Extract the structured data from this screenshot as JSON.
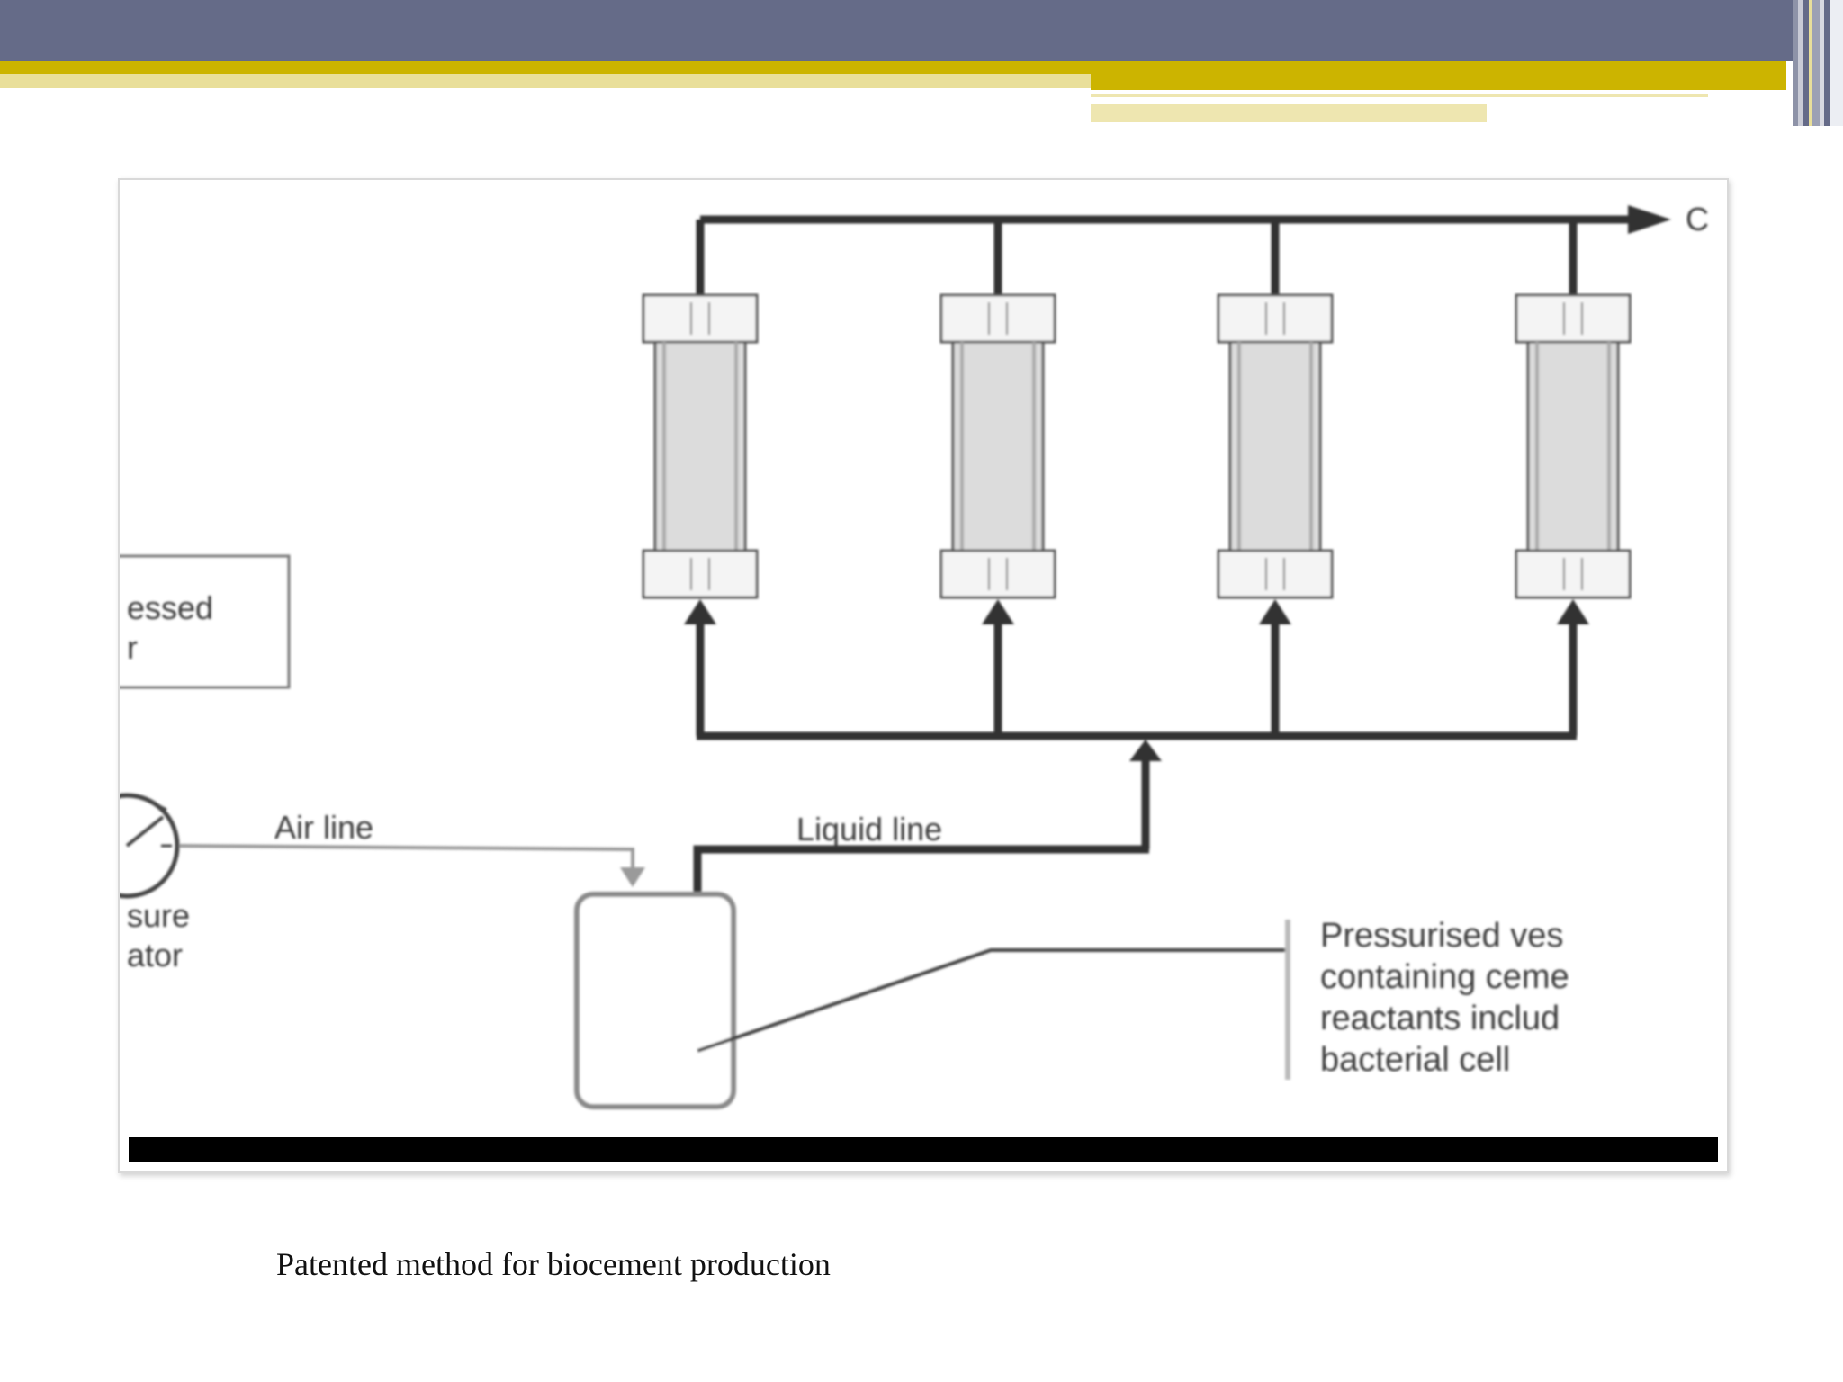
{
  "slide": {
    "caption": "Patented method for biocement production"
  },
  "diagram": {
    "labels": {
      "outlet": "C",
      "compressor_fragment_1": "essed",
      "compressor_fragment_2": "r",
      "air_line": "Air line",
      "liquid_line": "Liquid line",
      "regulator_fragment_1": "sure",
      "regulator_fragment_2": "ator",
      "vessel_note_1": "Pressurised ves",
      "vessel_note_2": "containing ceme",
      "vessel_note_3": "reactants includ",
      "vessel_note_4": "bacterial cell"
    },
    "columns": 4
  },
  "theme": {
    "header_color": "#656b88",
    "accent_gold": "#ccb400",
    "accent_pale_gold": "#e9df9a",
    "column_fill": "#dcdcdc",
    "line_color": "#333333"
  }
}
